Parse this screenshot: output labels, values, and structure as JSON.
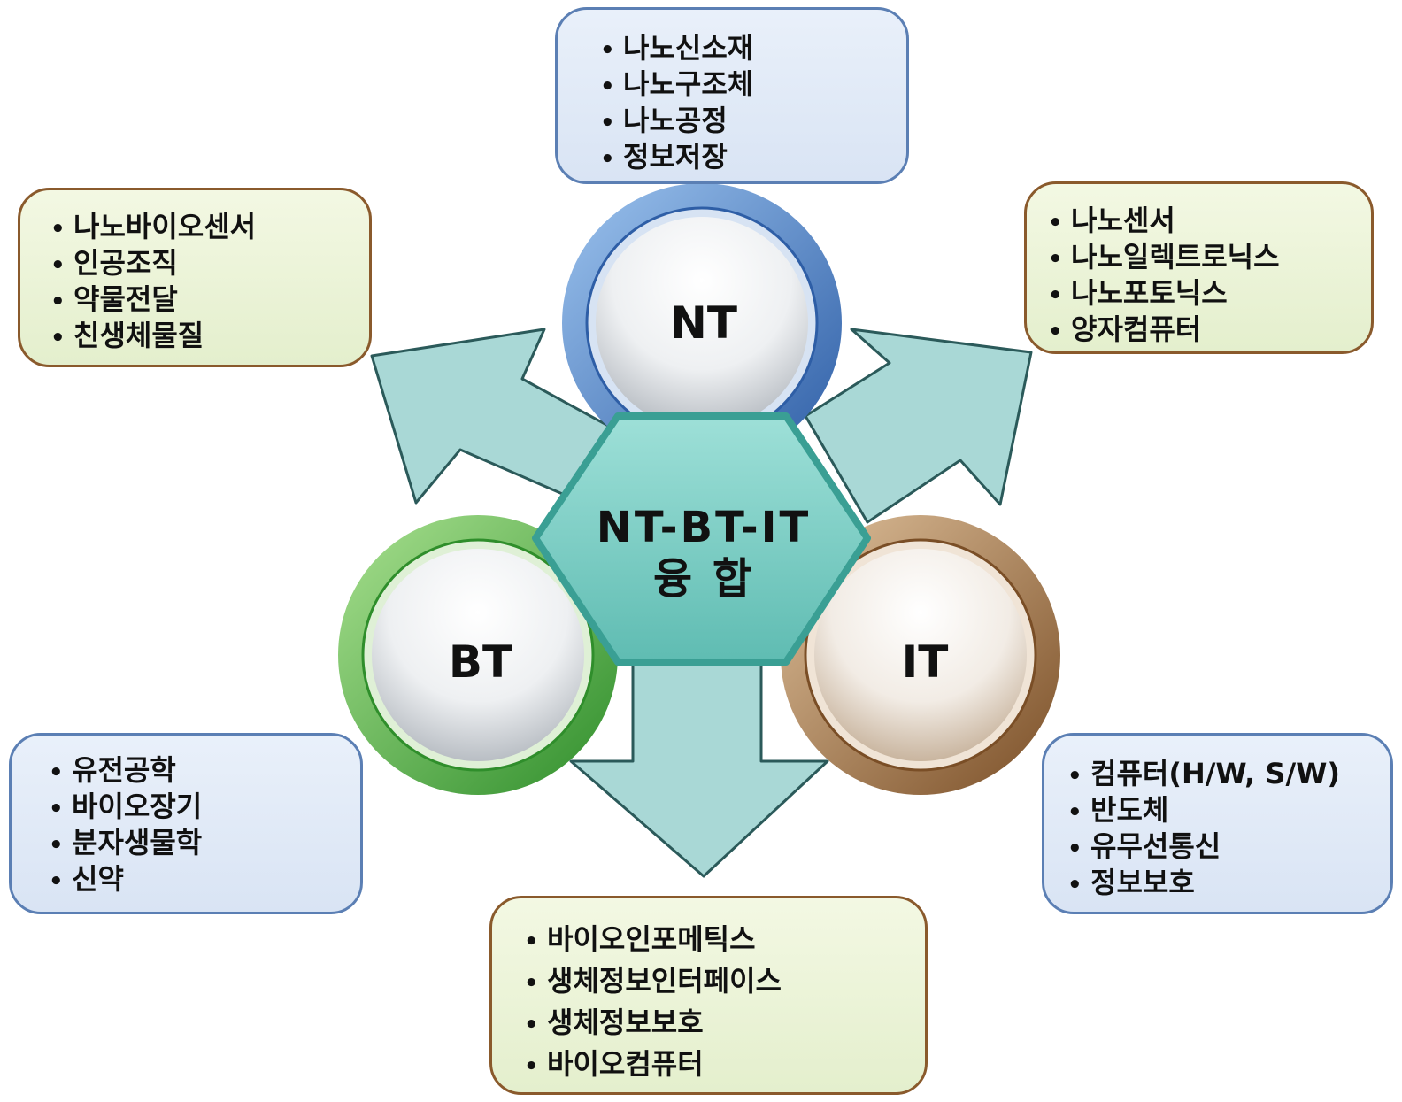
{
  "nodes": {
    "nt": {
      "label": "NT",
      "ring_color": "#3e6fb8"
    },
    "bt": {
      "label": "BT",
      "ring_color": "#4fae3f"
    },
    "it": {
      "label": "IT",
      "ring_color": "#9a6b3e"
    }
  },
  "center": {
    "line1": "NT-BT-IT",
    "line2": "융 합",
    "fill": "#7ecfc6"
  },
  "boxes": {
    "nt": {
      "items": [
        "나노신소재",
        "나노구조체",
        "나노공정",
        "정보저장"
      ]
    },
    "nt_bt": {
      "items": [
        "나노바이오센서",
        "인공조직",
        "약물전달",
        "친생체물질"
      ]
    },
    "nt_it": {
      "items": [
        "나노센서",
        "나노일렉트로닉스",
        "나노포토닉스",
        "양자컴퓨터"
      ]
    },
    "bt": {
      "items": [
        "유전공학",
        "바이오장기",
        "분자생물학",
        "신약"
      ]
    },
    "it": {
      "items": [
        "컴퓨터(H/W, S/W)",
        "반도체",
        "유무선통신",
        "정보보호"
      ]
    },
    "bt_it": {
      "items": [
        "바이오인포메틱스",
        "생체정보인터페이스",
        "생체정보보호",
        "바이오컴퓨터"
      ]
    }
  },
  "colors": {
    "arrow_fill": "#a9d8d6",
    "arrow_stroke": "#2b5a5a",
    "box_blue": "#dde7f5",
    "box_green": "#eaf3d9"
  }
}
